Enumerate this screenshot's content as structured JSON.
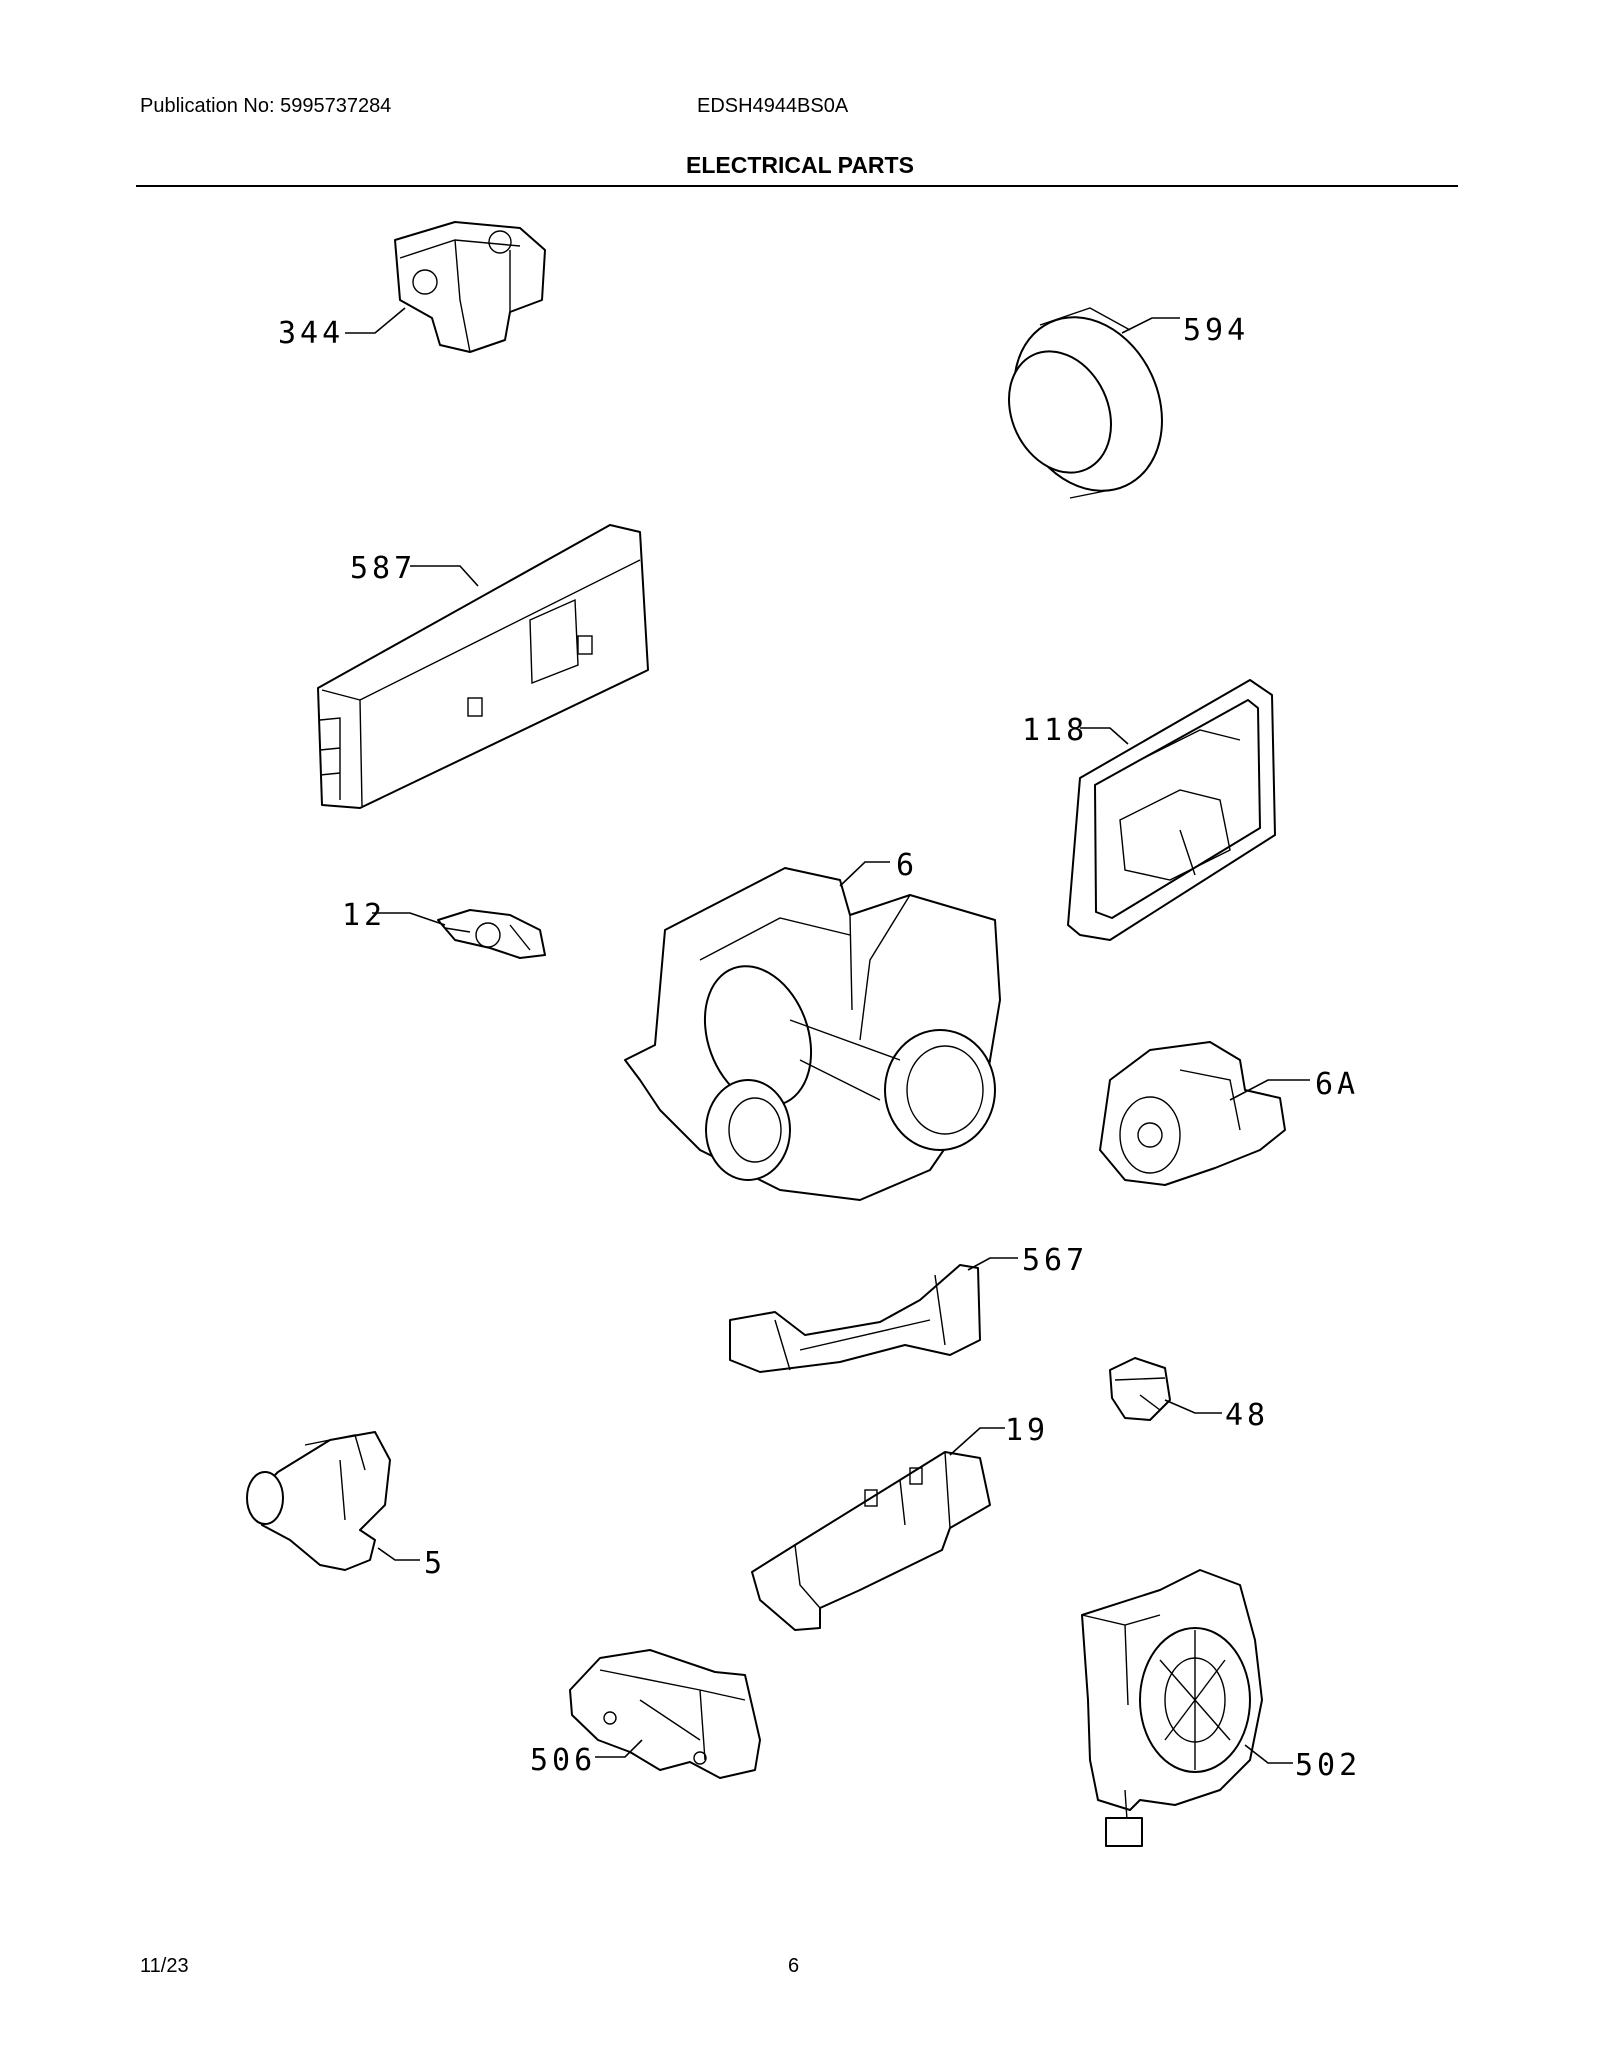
{
  "header": {
    "publication": "Publication No: 5995737284",
    "model": "EDSH4944BS0A",
    "title": "ELECTRICAL PARTS"
  },
  "footer": {
    "date": "11/23",
    "page": "6"
  },
  "callouts": [
    "344",
    "594",
    "587",
    "118",
    "12",
    "6",
    "6A",
    "567",
    "48",
    "5",
    "19",
    "506",
    "502"
  ]
}
